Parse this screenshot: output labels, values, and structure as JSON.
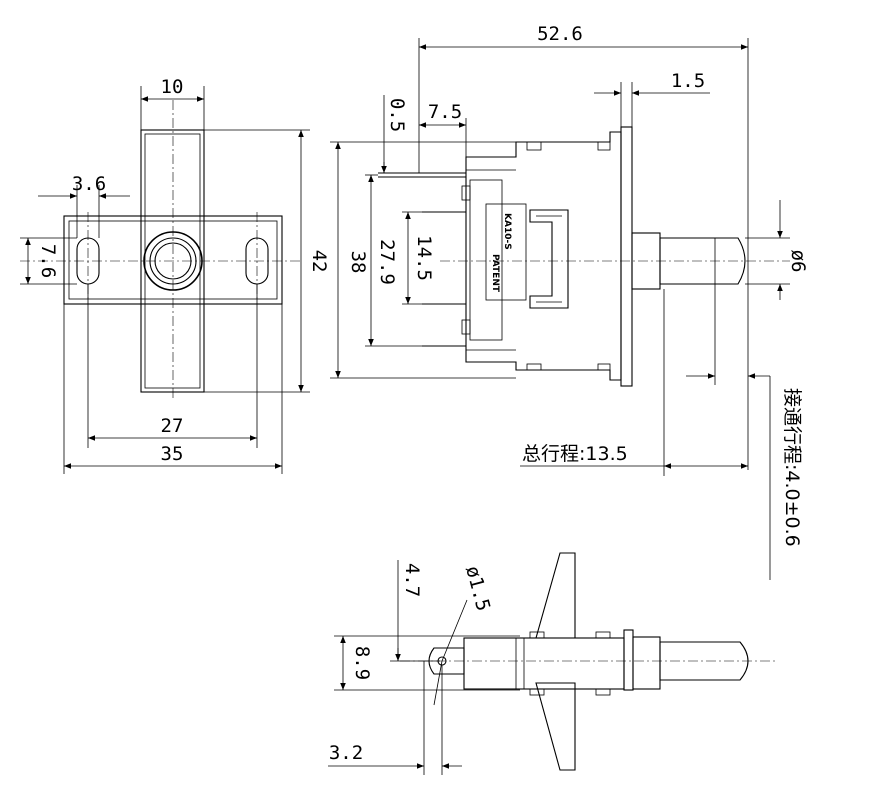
{
  "dimensions": {
    "front_width_top": "10",
    "slot_width": "3.6",
    "slot_height": "7.6",
    "front_height": "42",
    "slot_spacing": "27",
    "flange_width": "35",
    "overall_length": "52.6",
    "plate_thickness": "1.5",
    "pin_offset": "0.5",
    "pin_depth": "7.5",
    "body_height": "38",
    "outer_pin_span": "27.9",
    "inner_pin_span": "14.5",
    "plunger_diameter": "ø6",
    "total_travel": "总行程:13.5",
    "contact_travel": "接通行程:4.0±0.6",
    "hole_offset": "4.7",
    "hole_diameter": "ø1.5",
    "tip_height": "8.9",
    "tip_length": "3.2"
  },
  "labels": {
    "model": "KA10-S",
    "patent": "PATENT"
  }
}
